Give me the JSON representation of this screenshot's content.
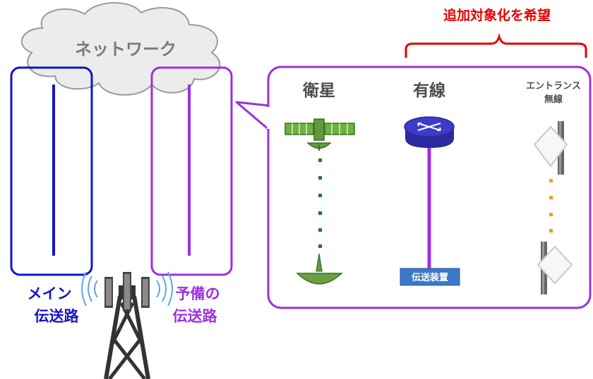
{
  "network_label": "ネットワーク",
  "main_path": {
    "line1": "メイン",
    "line2": "伝送路"
  },
  "backup_path": {
    "line1": "予備の",
    "line2": "伝送路"
  },
  "request_label": "追加対象化を希望",
  "options": {
    "satellite": {
      "label": "衛星"
    },
    "wired": {
      "label": "有線",
      "device_label": "伝送装置"
    },
    "entrance": {
      "label_line1": "エントランス",
      "label_line2": "無線"
    }
  },
  "colors": {
    "main": "#1414c8",
    "backup": "#9b30e0",
    "request": "#e60000",
    "satellite_green": "#5f9a3c",
    "dot_green": "#1a7f1a",
    "dot_orange": "#f0a020",
    "device_blue": "#3a78c8"
  }
}
